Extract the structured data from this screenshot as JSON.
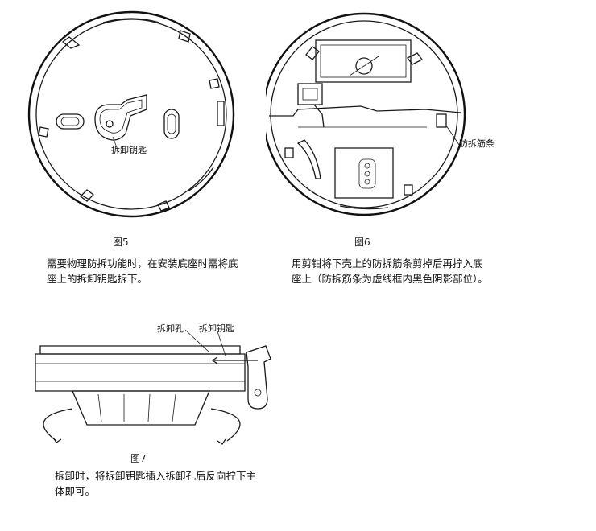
{
  "figure5": {
    "caption": "图5",
    "key_label": "拆卸钥匙",
    "description": "需要物理防拆功能时，在安装底座时需将底座上的拆卸钥匙拆下。"
  },
  "figure6": {
    "caption": "图6",
    "rib_label": "防拆筋条",
    "description": "用剪钳将下壳上的防拆筋条剪掉后再拧入底座上（防拆筋条为虚线框内黑色阴影部位）。"
  },
  "figure7": {
    "caption": "图7",
    "hole_label": "拆卸孔",
    "key_label": "拆卸钥匙",
    "description": "拆卸时，将拆卸钥匙插入拆卸孔后反向拧下主体即可。"
  }
}
